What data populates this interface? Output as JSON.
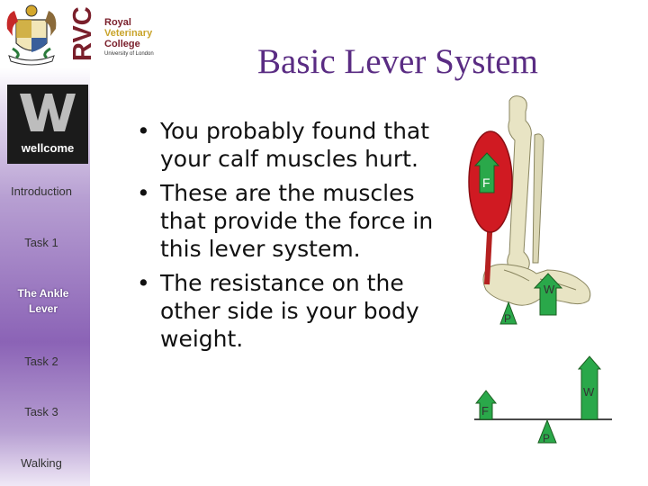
{
  "header": {
    "title": "Basic Lever System",
    "college_name": [
      "Royal",
      "Veterinary",
      "College"
    ],
    "college_sub": "University of London",
    "rvc_abbr": "RVC"
  },
  "sidebar": {
    "logo_label": "wellcome",
    "items": [
      {
        "label": "Introduction",
        "active": false
      },
      {
        "label": "Task 1",
        "active": false
      },
      {
        "label": "The Ankle Lever",
        "active": true
      },
      {
        "label": "Task 2",
        "active": false
      },
      {
        "label": "Task 3",
        "active": false
      },
      {
        "label": "Walking",
        "active": false
      }
    ]
  },
  "content": {
    "bullets": [
      "You probably found that your calf muscles hurt.",
      "These are the muscles that provide the force in this lever system.",
      "The resistance on the other side is your body weight."
    ]
  },
  "diagram": {
    "leg_labels": {
      "force": "F",
      "weight": "W",
      "pivot": "P"
    },
    "lever_labels": {
      "force": "F",
      "weight": "W",
      "pivot": "P"
    },
    "colors": {
      "arrow_green": "#2aa84a",
      "muscle_red": "#d01a22",
      "bone": "#e8e4c4",
      "lever_line": "#4a4a4a"
    }
  },
  "colors": {
    "accent": "#5a2c83",
    "sidebar_dark": "#8b63b6"
  }
}
